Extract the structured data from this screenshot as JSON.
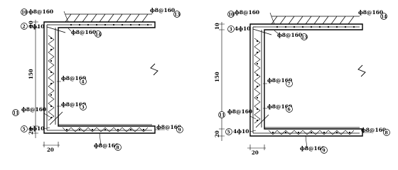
{
  "drawings": [
    {
      "id": "left",
      "dims": {
        "top": "10",
        "height": "150",
        "bottom": "20",
        "width": "20"
      },
      "labels": [
        {
          "text": "ф8@160",
          "num": "10"
        },
        {
          "text": "ф8@160",
          "num": "13"
        },
        {
          "text": "4ф10",
          "num": "2"
        },
        {
          "text": "ф8@160",
          "num": "14"
        },
        {
          "text": "ф8@160",
          "num": "4"
        },
        {
          "text": "ф8@160",
          "num": "3"
        },
        {
          "text": "ф8@160",
          "num": "11"
        },
        {
          "text": "4ф10",
          "num": "5"
        },
        {
          "text": "ф8@160",
          "num": "9"
        },
        {
          "text": "ф8@160",
          "num": "8"
        }
      ]
    },
    {
      "id": "right",
      "dims": {
        "top": "10",
        "height": "150",
        "bottom": "20",
        "width": "20"
      },
      "labels": [
        {
          "text": "ф8@160",
          "num": "10"
        },
        {
          "text": "ф8@160",
          "num": "14"
        },
        {
          "text": "4ф10",
          "num": "3"
        },
        {
          "text": "ф8@160",
          "num": "13"
        },
        {
          "text": "ф8@160",
          "num": "7"
        },
        {
          "text": "ф8@160",
          "num": "6"
        },
        {
          "text": "ф8@160",
          "num": "11"
        },
        {
          "text": "4ф10",
          "num": "5"
        },
        {
          "text": "ф8@160",
          "num": "8"
        },
        {
          "text": "ф8@160",
          "num": "9"
        }
      ]
    }
  ]
}
